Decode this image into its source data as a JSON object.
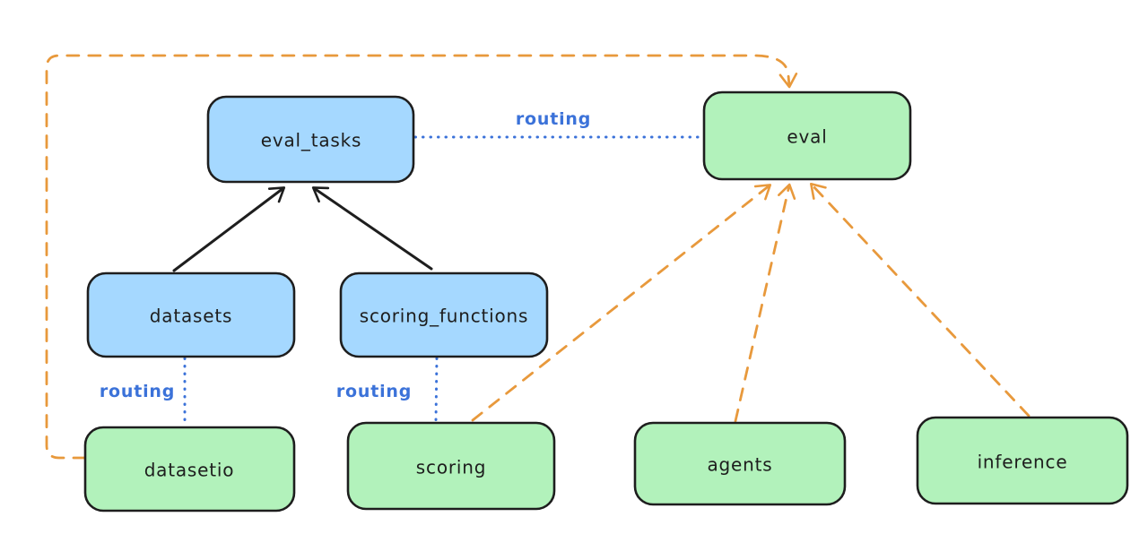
{
  "diagram": {
    "type": "flow-diagram",
    "background": "#ffffff",
    "colors": {
      "node_blue_fill": "#a5d8ff",
      "node_green_fill": "#b2f2bb",
      "node_stroke": "#1e1e1e",
      "solid_arrow": "#1e1e1e",
      "routing_blue": "#3b72d9",
      "dashed_orange": "#e8993c",
      "label_text": "#1d1d1d"
    },
    "nodes": [
      {
        "id": "eval_tasks",
        "label": "eval_tasks",
        "color_group": "blue"
      },
      {
        "id": "eval",
        "label": "eval",
        "color_group": "green"
      },
      {
        "id": "datasets",
        "label": "datasets",
        "color_group": "blue"
      },
      {
        "id": "scoring_functions",
        "label": "scoring_functions",
        "color_group": "blue"
      },
      {
        "id": "datasetio",
        "label": "datasetio",
        "color_group": "green"
      },
      {
        "id": "scoring",
        "label": "scoring",
        "color_group": "green"
      },
      {
        "id": "agents",
        "label": "agents",
        "color_group": "green"
      },
      {
        "id": "inference",
        "label": "inference",
        "color_group": "green"
      }
    ],
    "edges": [
      {
        "from": "datasets",
        "to": "eval_tasks",
        "style": "solid-black-arrow",
        "label": ""
      },
      {
        "from": "scoring_functions",
        "to": "eval_tasks",
        "style": "solid-black-arrow",
        "label": ""
      },
      {
        "from": "eval_tasks",
        "to": "eval",
        "style": "dotted-blue",
        "label": "routing"
      },
      {
        "from": "datasets",
        "to": "datasetio",
        "style": "dotted-blue",
        "label": "routing"
      },
      {
        "from": "scoring_functions",
        "to": "scoring",
        "style": "dotted-blue",
        "label": "routing"
      },
      {
        "from": "datasetio",
        "to": "eval",
        "style": "dashed-orange-arrow",
        "label": ""
      },
      {
        "from": "scoring",
        "to": "eval",
        "style": "dashed-orange-arrow",
        "label": ""
      },
      {
        "from": "agents",
        "to": "eval",
        "style": "dashed-orange-arrow",
        "label": ""
      },
      {
        "from": "inference",
        "to": "eval",
        "style": "dashed-orange-arrow",
        "label": ""
      }
    ]
  }
}
